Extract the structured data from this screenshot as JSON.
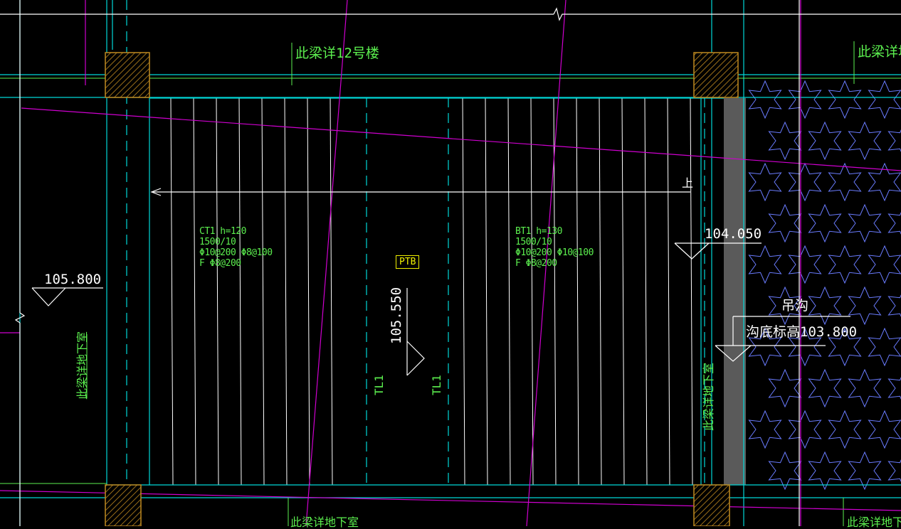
{
  "colors": {
    "background": "#000000",
    "cyan": "#00d8d8",
    "green": "#5cf04f",
    "magenta": "#d000d0",
    "white": "#ffffff",
    "yellow": "#f0f000",
    "hatch": "#c08a20",
    "grey_bar": "#5a5a5a",
    "star_blue": "#6a7cff"
  },
  "labels": {
    "beam_note_top_left": "此梁详12号楼",
    "beam_note_top_right": "此梁详地下",
    "beam_note_left_vertical": "此梁详地下室",
    "beam_note_right_vertical": "此梁详地下室",
    "beam_note_bottom_left": "此梁详地下室",
    "beam_note_bottom_right": "此梁详地下室",
    "stair_direction": "上",
    "tl1_left": "TL1",
    "tl1_right": "TL1",
    "ptb": "PTB"
  },
  "slabs": {
    "ct1": {
      "line1": "CT1 h=120",
      "line2": "1500/10",
      "line3": "Φ10@200 Φ8@100",
      "line4": "F Φ8@200"
    },
    "bt1": {
      "line1": "BT1 h=130",
      "line2": "1500/10",
      "line3": "Φ10@200 Φ10@100",
      "line4": "F Φ8@200"
    }
  },
  "elevations": {
    "left": "105.800",
    "center": "105.550",
    "right": "104.050",
    "pit_title": "吊沟",
    "pit_bottom": "沟底标高103.800"
  }
}
